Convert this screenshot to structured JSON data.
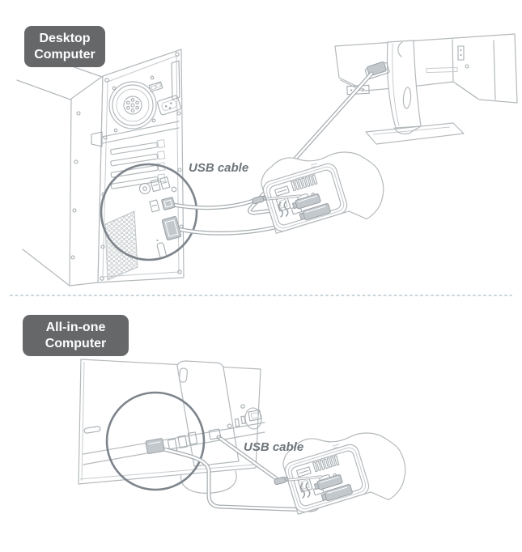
{
  "sections": [
    {
      "badge_label": "Desktop Computer",
      "cable_label": "USB cable",
      "illustration": {
        "computer": "desktop-tower-rear",
        "display": "monitor-rear",
        "device": "portable-router",
        "highlight": "usb-ports-magnifier-circle"
      }
    },
    {
      "badge_label": "All-in-one Computer",
      "cable_label": "USB cable",
      "illustration": {
        "computer": "all-in-one-rear",
        "device": "portable-router",
        "highlight": "usb-ports-magnifier-circle"
      }
    }
  ],
  "colors": {
    "badge_bg": "#656769",
    "badge_text": "#fdfdfd",
    "line_art": "#b4b9bc",
    "detail_line": "#a6acb0",
    "magnifier_ring": "#7d848b",
    "cable": "#a7adb1",
    "connector_fill": "#c3c8cc",
    "label_text": "#6e757a",
    "divider": "#c9d3da",
    "background": "#ffffff"
  }
}
